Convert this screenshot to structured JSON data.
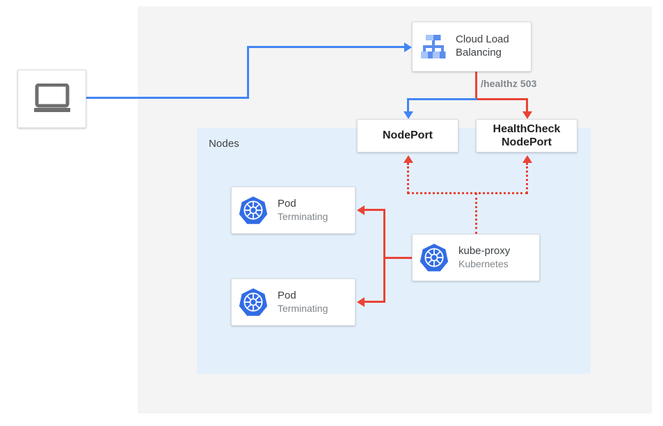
{
  "diagram": {
    "outer_region": {
      "name": "outer-background"
    },
    "nodes_region": {
      "label": "Nodes"
    },
    "client": {
      "icon": "laptop-icon"
    },
    "cloud_load_balancing": {
      "icon": "cloud-load-balancing-icon",
      "title": "Cloud Load",
      "title_line2": "Balancing"
    },
    "nodeport": {
      "label": "NodePort"
    },
    "healthcheck_nodeport": {
      "label_line1": "HealthCheck",
      "label_line2": "NodePort"
    },
    "pods": [
      {
        "icon": "kubernetes-icon",
        "title": "Pod",
        "status": "Terminating"
      },
      {
        "icon": "kubernetes-icon",
        "title": "Pod",
        "status": "Terminating"
      }
    ],
    "kube_proxy": {
      "icon": "kubernetes-icon",
      "title": "kube-proxy",
      "subtitle": "Kubernetes"
    },
    "edges": {
      "healthz_label": "/healthz 503"
    },
    "colors": {
      "blue": "#4285f4",
      "red": "#ea4335",
      "kubernetes_blue": "#326ce5",
      "nodes_region_bg": "#e3f0fc",
      "outer_region_bg": "#f4f4f4",
      "card_border": "#dadce0",
      "text_primary": "#3c4043",
      "text_secondary": "#80868b",
      "text_strong": "#202124",
      "laptop_gray": "#6e6e6e"
    }
  }
}
